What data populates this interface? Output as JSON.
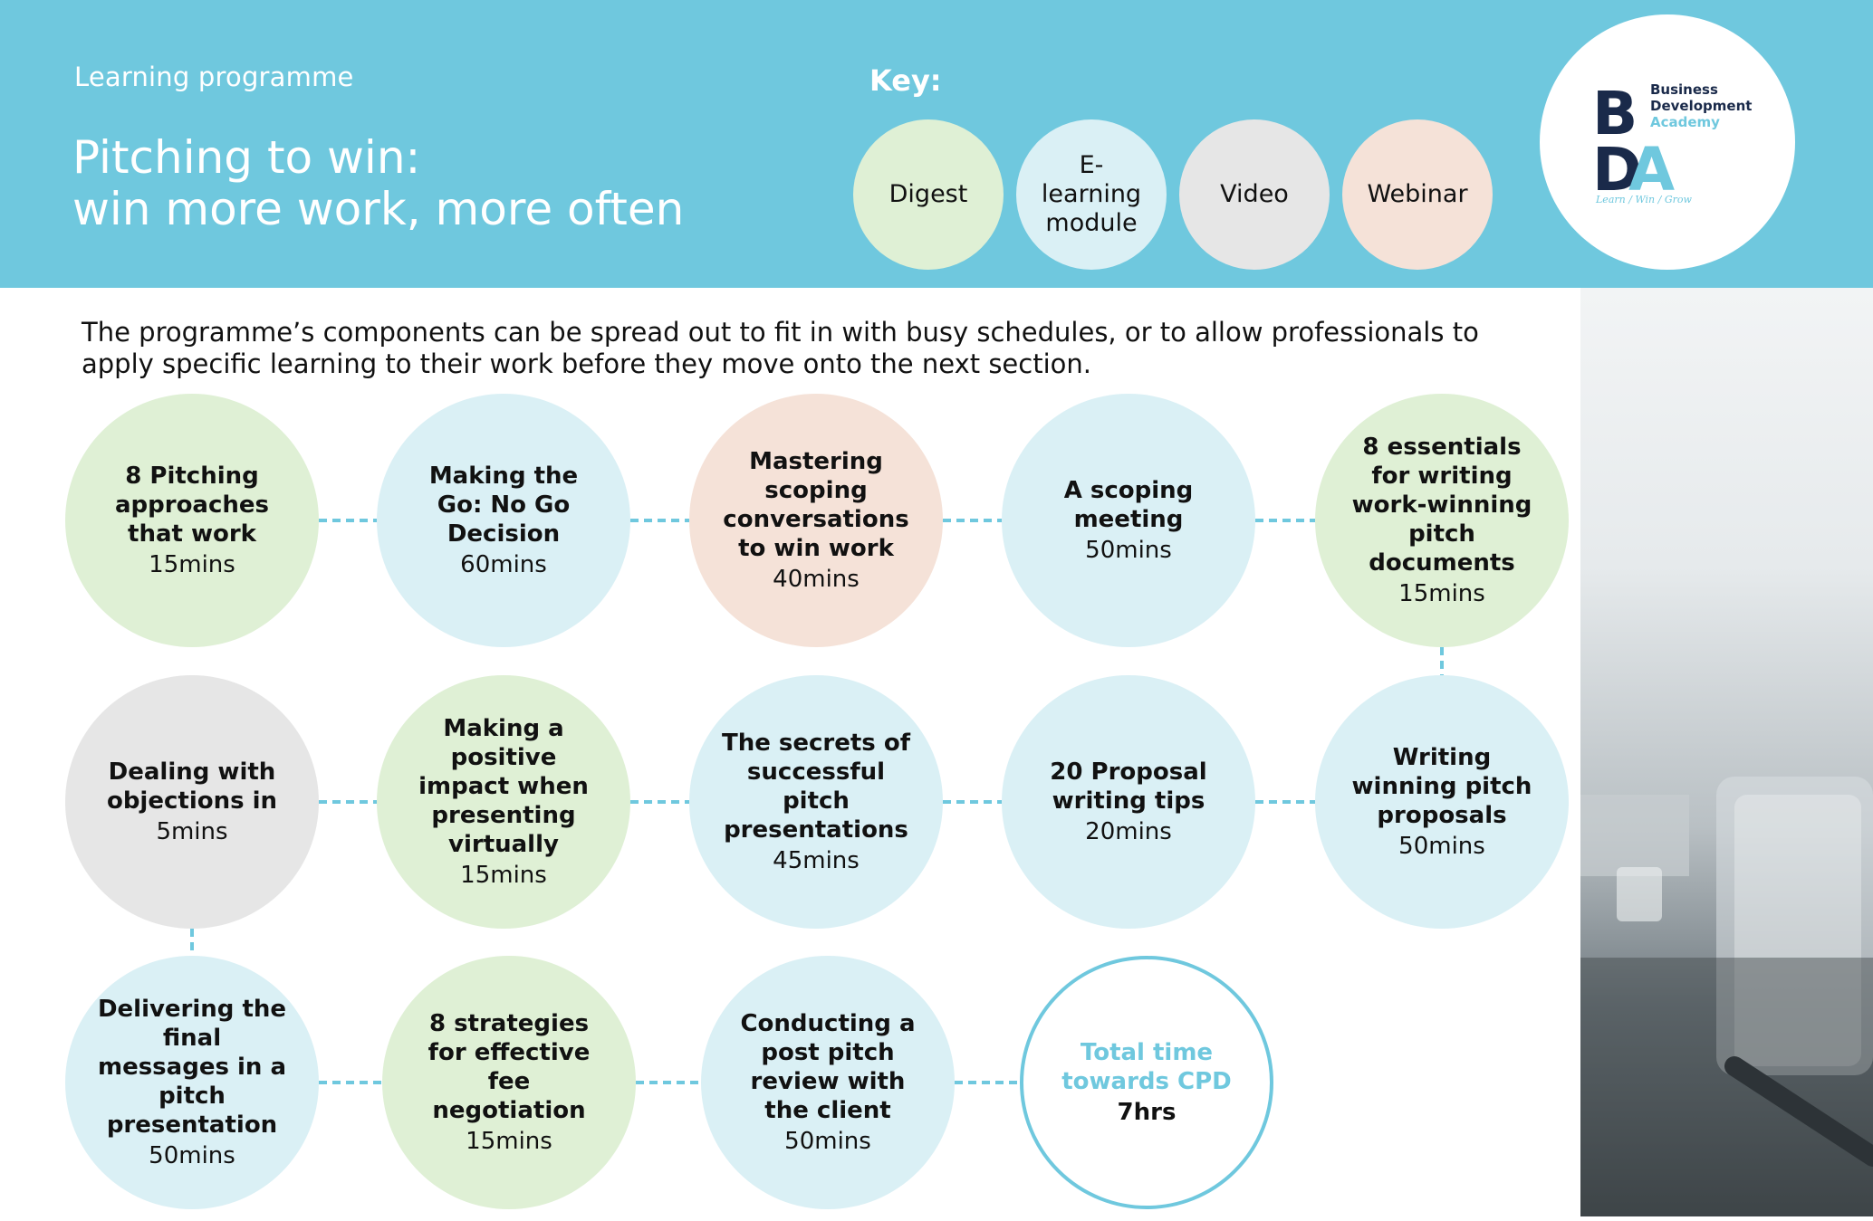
{
  "header": {
    "eyebrow": "Learning programme",
    "title_line1": "Pitching to win:",
    "title_line2": "win more work, more often",
    "key_label": "Key:"
  },
  "key": [
    {
      "label": "Digest",
      "color": "#dff0d5"
    },
    {
      "label": "E-\nlearning\nmodule",
      "color": "#daf0f5"
    },
    {
      "label": "Video",
      "color": "#e6e6e6"
    },
    {
      "label": "Webinar",
      "color": "#f5e2d8"
    }
  ],
  "logo": {
    "letters": "BDA",
    "line1": "Business",
    "line2": "Development",
    "line3": "Academy",
    "tagline": "Learn / Win / Grow"
  },
  "intro": "The programme’s components can be spread out to fit in with busy schedules, or to allow professionals to apply specific learning to their work before they move onto the next section.",
  "colors": {
    "header": "#6fc8de",
    "digest": "#dff0d5",
    "elearning": "#daf0f5",
    "video": "#e6e6e6",
    "webinar": "#f5e2d8",
    "connector": "#6fc8de"
  },
  "modules": [
    {
      "title": "8 Pitching approaches that work",
      "time": "15mins",
      "type": "digest"
    },
    {
      "title": "Making the Go: No Go Decision",
      "time": "60mins",
      "type": "elearning"
    },
    {
      "title": "Mastering scoping conversations to win work",
      "time": "40mins",
      "type": "webinar"
    },
    {
      "title": "A scoping meeting",
      "time": "50mins",
      "type": "elearning"
    },
    {
      "title": "8 essentials for writing work-winning pitch documents",
      "time": "15mins",
      "type": "digest"
    },
    {
      "title": "Dealing with objections in",
      "time": "5mins",
      "type": "video"
    },
    {
      "title": "Making a positive impact when presenting virtually",
      "time": "15mins",
      "type": "digest"
    },
    {
      "title": "The secrets of successful pitch presentations",
      "time": "45mins",
      "type": "elearning"
    },
    {
      "title": "20 Proposal writing tips",
      "time": "20mins",
      "type": "elearning"
    },
    {
      "title": "Writing winning pitch proposals",
      "time": "50mins",
      "type": "elearning"
    },
    {
      "title": "Delivering the final messages in a pitch presentation",
      "time": "50mins",
      "type": "elearning"
    },
    {
      "title": "8 strategies for effective fee negotiation",
      "time": "15mins",
      "type": "digest"
    },
    {
      "title": "Conducting a post pitch review with the client",
      "time": "50mins",
      "type": "elearning"
    }
  ],
  "total": {
    "title": "Total time towards CPD",
    "time": "7hrs"
  }
}
